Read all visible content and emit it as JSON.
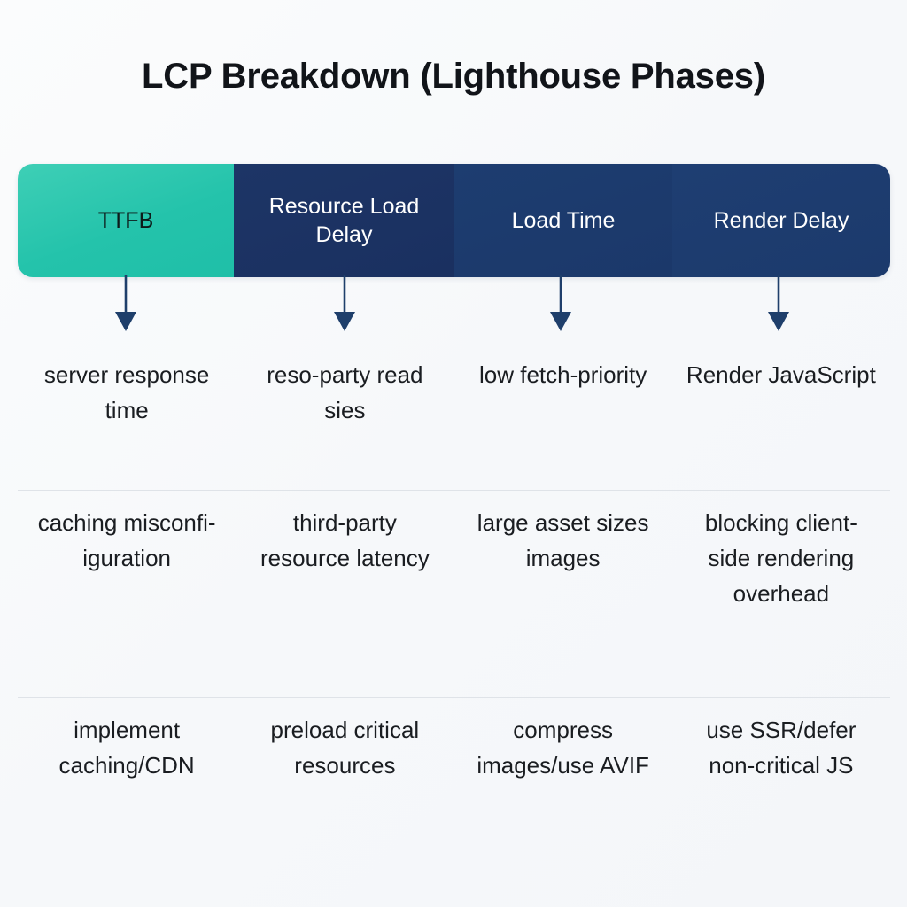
{
  "title": "LCP Breakdown (Lighthouse Phases)",
  "colors": {
    "background": "#f8f9fb",
    "ttfb_fill": "#24c3ab",
    "ttfb_text": "#0d1b1a",
    "navy_fill": "#1d3566",
    "navy_fill_light": "#1d3d70",
    "segment_text": "#ffffff",
    "arrow": "#1f3f6b",
    "body_text": "#1a1d21",
    "divider": "#dfe3e8"
  },
  "phases": [
    {
      "label": "TTFB",
      "arrow_icon": "down-arrow-icon"
    },
    {
      "label": "Resource Load Delay",
      "arrow_icon": "down-arrow-icon"
    },
    {
      "label": "Load Time",
      "arrow_icon": "down-arrow-icon"
    },
    {
      "label": "Render Delay",
      "arrow_icon": "down-arrow-icon"
    }
  ],
  "rows": [
    {
      "name": "primary-causes",
      "cells": [
        "server response time",
        "reso-party read sies",
        "low fetch-priority",
        "Render JavaScript"
      ]
    },
    {
      "name": "secondary-causes",
      "cells": [
        "caching misconfi-iguration",
        "third-party resource latency",
        "large asset sizes images",
        "blocking client-side rendering overhead"
      ]
    },
    {
      "name": "remediations",
      "cells": [
        "implement caching/CDN",
        "preload critical resources",
        "compress images/use AVIF",
        "use SSR/defer non-critical JS"
      ]
    }
  ]
}
